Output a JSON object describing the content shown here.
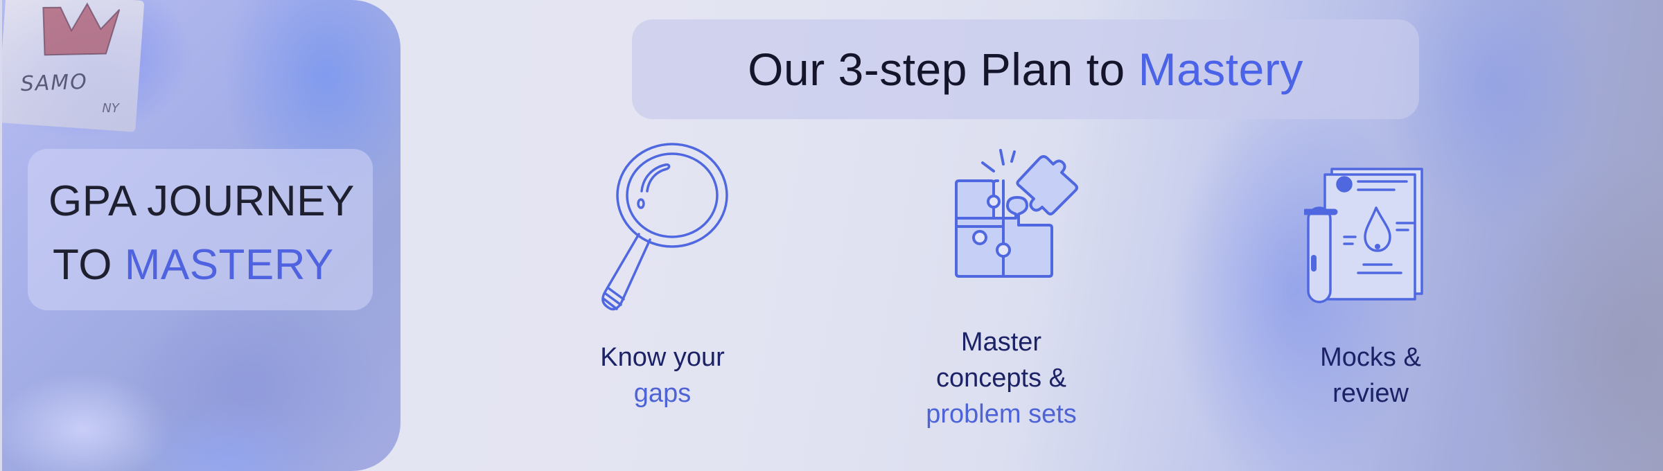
{
  "sidebar": {
    "sticker_text": "SAMO",
    "sticker_mark": "NY",
    "title_line1": "GPA JOURNEY",
    "title_line2_prefix": "TO ",
    "title_line2_accent": "MASTERY"
  },
  "header": {
    "title_prefix": "Our 3-step Plan to ",
    "title_accent": "Mastery"
  },
  "steps": [
    {
      "icon": "magnifying-glass-icon",
      "line1": "Know your",
      "accent": "gaps"
    },
    {
      "icon": "puzzle-pieces-icon",
      "line1": "Master",
      "line2": "concepts &",
      "accent": "problem sets"
    },
    {
      "icon": "test-tube-report-icon",
      "line1": "Mocks &",
      "line2": "review"
    }
  ],
  "colors": {
    "accent": "#4b63e6",
    "text_dark": "#14152a",
    "label_navy": "#1c2266",
    "icon_stroke": "#4f68e0"
  }
}
